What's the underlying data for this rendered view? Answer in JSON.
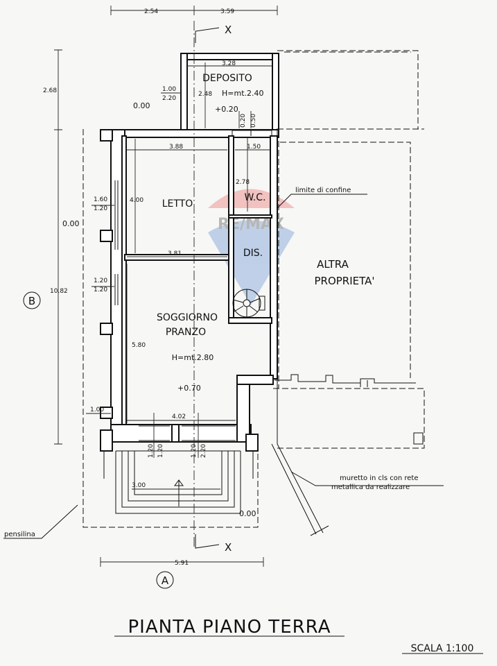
{
  "plan": {
    "title": "PIANTA PIANO TERRA",
    "scale": "SCALA 1:100",
    "rooms": {
      "deposito": "DEPOSITO",
      "deposito_height": "H=mt.2.40",
      "letto": "LETTO",
      "wc": "W.C.",
      "dis": "DIS.",
      "soggiorno_1": "SOGGIORNO",
      "soggiorno_2": "PRANZO",
      "soggiorno_height": "H=mt.2.80",
      "altra_1": "ALTRA",
      "altra_2": "PROPRIETA'"
    },
    "levels": {
      "deposito": "+0.20",
      "soggiorno": "+0.70",
      "outside_left_top": "0.00",
      "outside_left_mid": "0.00",
      "outside_bottom": "0.00"
    },
    "dimensions": {
      "top_left": "2.54",
      "top_right": "3.59",
      "deposito_width": "3.28",
      "deposito_height": "2.48",
      "left_2_68": "2.68",
      "win_dep_a": "1.00",
      "win_dep_b": "2.20",
      "dep_door_a": "0.20",
      "dep_door_b": "0.50",
      "letto_width": "3.88",
      "wc_width": "1.50",
      "wc_depth": "2.78",
      "letto_depth": "4.00",
      "win_letto_a": "1.60",
      "win_letto_b": "1.20",
      "total_depth": "10.82",
      "win_sogg_a": "1.20",
      "win_sogg_b": "1.20",
      "mid_width": "3.81",
      "sogg_depth": "5.80",
      "left_1_00": "1.00",
      "sogg_width": "4.02",
      "door_a_1": "1.20",
      "door_a_2": "1.20",
      "door_b_1": "1.20",
      "door_b_2": "2.20",
      "porch_width": "3.00",
      "overall_width": "5.91"
    },
    "labels": {
      "section_x_top": "X",
      "section_x_bottom": "X",
      "axis_b": "B",
      "axis_a": "A",
      "limite": "limite di confine",
      "muretto_1": "muretto in cls con rete",
      "muretto_2": "metallica da realizzare",
      "pensilina": "pensilina"
    },
    "watermark": "RE/MAX",
    "colors": {
      "ink": "#111111",
      "paper": "#f7f7f5",
      "watermark_red": "#e33b3b",
      "watermark_blue": "#2f6bc4"
    }
  }
}
